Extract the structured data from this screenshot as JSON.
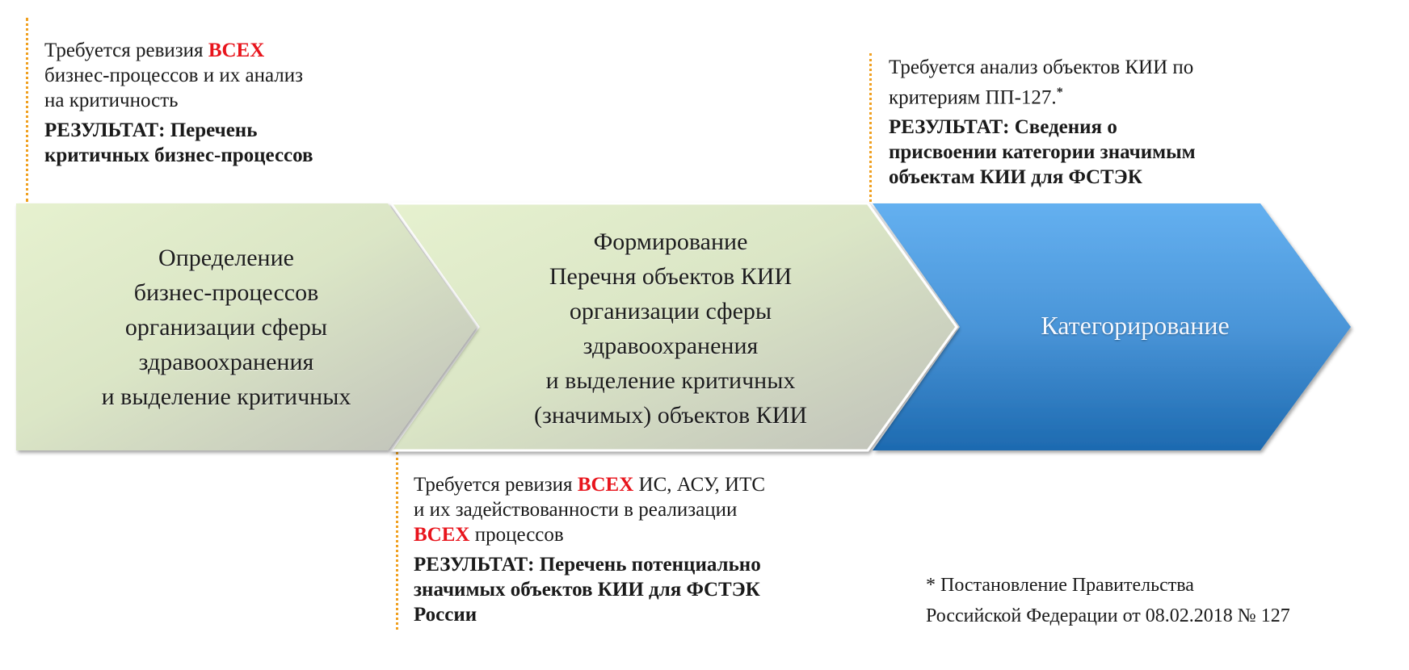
{
  "stages": [
    {
      "title_lines": [
        "Определение",
        "бизнес-процессов",
        "организации сферы",
        "здравоохранения",
        "и выделение критичных"
      ],
      "fill": "green-gray-gradient"
    },
    {
      "title_lines": [
        "Формирование",
        "Перечня объектов КИИ",
        "организации сферы",
        "здравоохранения",
        "и выделение критичных",
        "(значимых) объектов КИИ"
      ],
      "fill": "green-gray-gradient"
    },
    {
      "title_lines": [
        "Категорирование"
      ],
      "fill": "blue-gradient"
    }
  ],
  "notes": {
    "stage1": {
      "pre": "Требуется ревизия ",
      "highlight": "ВСЕХ",
      "line2": "бизнес-процессов и их анализ",
      "line3": "на критичность",
      "result_line1": "РЕЗУЛЬТАТ: Перечень",
      "result_line2": "критичных бизнес-процессов"
    },
    "stage2": {
      "pre": "Требуется ревизия ",
      "highlight": "ВСЕХ",
      "post": " ИС, АСУ, ИТС",
      "line2": "и их задействованности в реализации",
      "line3_highlight": "ВСЕХ",
      "line3_post": " процессов",
      "result_line1": "РЕЗУЛЬТАТ: Перечень потенциально",
      "result_line2": "значимых объектов КИИ для ФСТЭК",
      "result_line3": "России"
    },
    "stage3": {
      "line1": "Требуется анализ объектов КИИ по",
      "line2": "критериям ПП-127.",
      "footnote_mark": "*",
      "result_line1": "РЕЗУЛЬТАТ: Сведения о",
      "result_line2": "присвоении категории значимым",
      "result_line3": "объектам КИИ для ФСТЭК"
    }
  },
  "footnote": {
    "line1": "* Постановление Правительства",
    "line2": "Российской Федерации от 08.02.2018 № 127"
  },
  "colors": {
    "highlight_red": "#e8141c",
    "connector_orange": "#f0a020",
    "blue_top": "#62aeee",
    "blue_bottom": "#1f6db3",
    "green_top": "#e4efcc",
    "gray_bottom": "#c2c3bb"
  }
}
